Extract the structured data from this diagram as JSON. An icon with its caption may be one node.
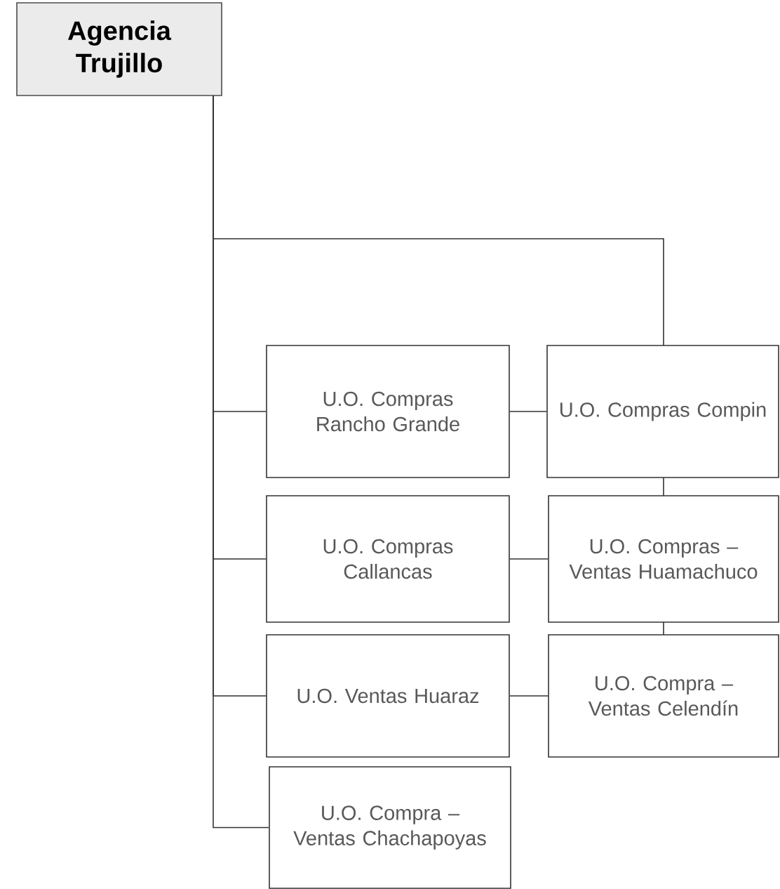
{
  "diagram": {
    "nodes": [
      {
        "text": [
          "Agencia Trujillo"
        ]
      },
      {
        "text": [
          "U.O. Compras Rancho Grande"
        ]
      },
      {
        "text": [
          "U.O. Compras Compin"
        ]
      },
      {
        "text": [
          "U.O. Compras Callancas"
        ]
      },
      {
        "text": [
          "U.O. Compras – Ventas Huamachuco"
        ]
      },
      {
        "text": [
          "U.O. Ventas Huaraz"
        ]
      },
      {
        "text": [
          "U.O. Compra – Ventas Celendín"
        ]
      },
      {
        "text": [
          "U.O. Compra – Ventas Chachapoyas"
        ]
      }
    ],
    "edges": [
      {
        "from": 0,
        "to": 1,
        "arrow": "none"
      },
      {
        "from": 0,
        "to": 2,
        "arrow": "none"
      },
      {
        "from": 0,
        "to": 3,
        "arrow": "none"
      },
      {
        "from": 0,
        "to": 5,
        "arrow": "none"
      },
      {
        "from": 0,
        "to": 7,
        "arrow": "none"
      },
      {
        "from": 1,
        "to": 2,
        "arrow": "none"
      },
      {
        "from": 2,
        "to": 4,
        "arrow": "none"
      },
      {
        "from": 3,
        "to": 4,
        "arrow": "none"
      },
      {
        "from": 4,
        "to": 6,
        "arrow": "none"
      },
      {
        "from": 5,
        "to": 6,
        "arrow": "none"
      }
    ]
  }
}
